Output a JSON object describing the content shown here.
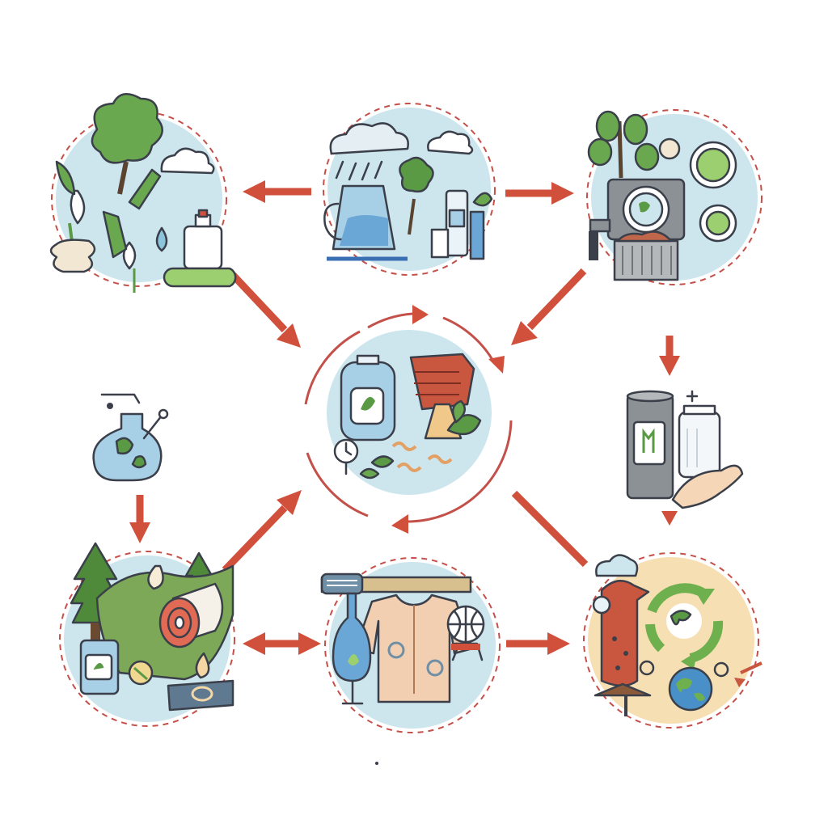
{
  "diagram": {
    "type": "circular-economy-illustration",
    "nodes": [
      {
        "id": "natural-resources",
        "icons": [
          "tree-icon",
          "cotton-flower-icon",
          "water-drop-icon",
          "bottle-icon"
        ],
        "bg": "#cde6ee"
      },
      {
        "id": "water-weather",
        "icons": [
          "cloud-icon",
          "pitcher-icon",
          "bottle-icon"
        ],
        "bg": "#cde6ee"
      },
      {
        "id": "processing-machine",
        "icons": [
          "machine-icon",
          "leaf-icon",
          "plate-icon"
        ],
        "bg": "#cde6ee"
      },
      {
        "id": "central-recycling-hub",
        "icons": [
          "tank-icon",
          "sprout-icon",
          "hand-icon",
          "worm-icon"
        ],
        "bg": "#cde6ee"
      },
      {
        "id": "can-and-jar",
        "icons": [
          "can-icon",
          "jar-icon",
          "hand-icon"
        ],
        "bg": "#ffffff"
      },
      {
        "id": "globe-vase",
        "icons": [
          "vase-icon",
          "globe-icon"
        ],
        "bg": "#ffffff"
      },
      {
        "id": "forest-land",
        "icons": [
          "pine-tree-icon",
          "roll-icon",
          "can-icon",
          "flame-icon"
        ],
        "bg": "#cde6ee"
      },
      {
        "id": "textile-production",
        "icons": [
          "shirt-icon",
          "beaker-icon",
          "globe-icon"
        ],
        "bg": "#cde6ee"
      },
      {
        "id": "global-recycling",
        "icons": [
          "recycle-icon",
          "globe-icon",
          "bin-icon"
        ],
        "bg": "#f7dfb4"
      }
    ],
    "colors": {
      "arrow": "#d0503c",
      "ink": "#3a3f4a",
      "sky": "#cde6ee",
      "leaf": "#5b9a45",
      "warm": "#f7dfb4"
    }
  }
}
